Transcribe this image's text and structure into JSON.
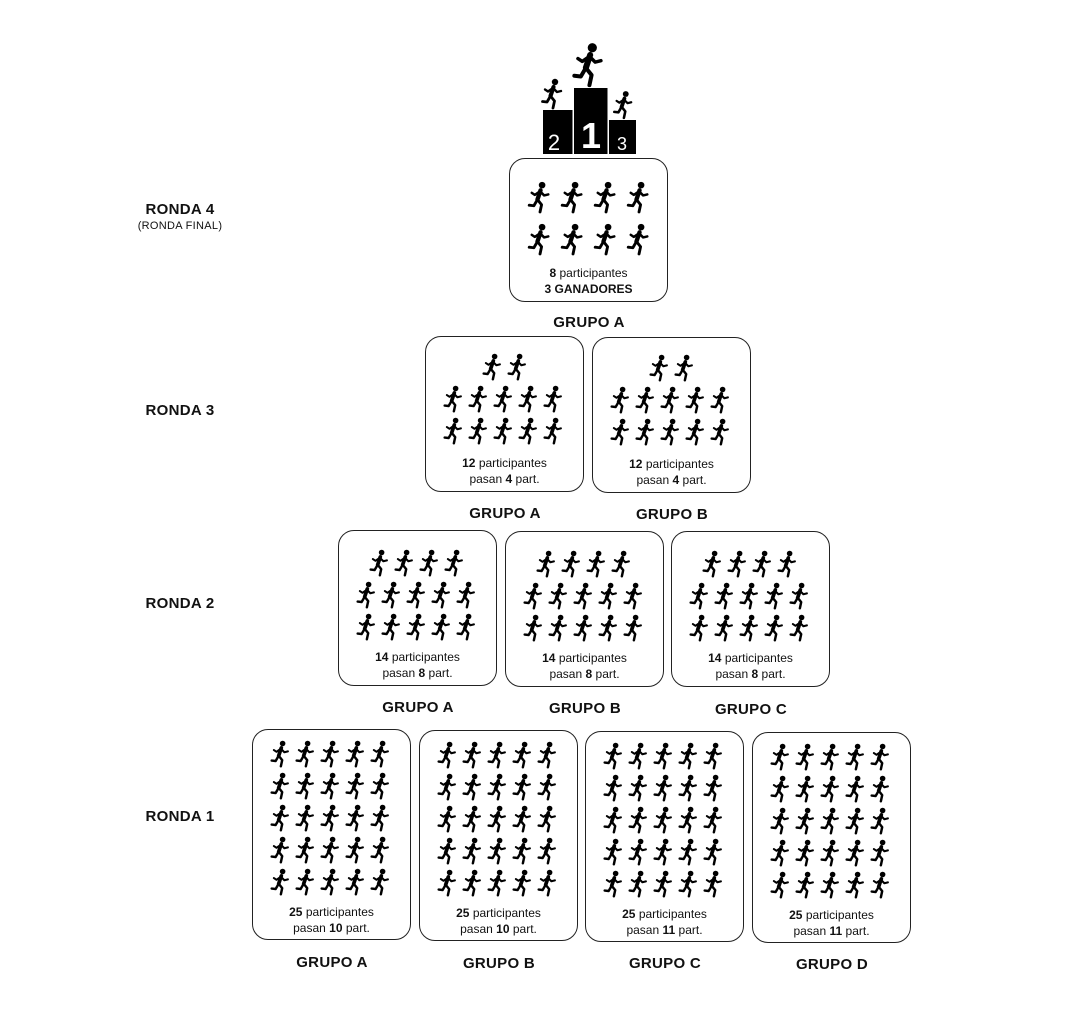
{
  "rounds": [
    {
      "id": "ronda4",
      "title": "RONDA 4",
      "subtitle": "(RONDA FINAL)"
    },
    {
      "id": "ronda3",
      "title": "RONDA 3"
    },
    {
      "id": "ronda2",
      "title": "RONDA 2"
    },
    {
      "id": "ronda1",
      "title": "RONDA 1"
    }
  ],
  "podium": {
    "places": [
      "2",
      "1",
      "3"
    ]
  },
  "round4": {
    "groups": [
      {
        "label": "GRUPO A",
        "participants": 8,
        "participants_text": "participantes",
        "result_bold": "3 GANADORES"
      }
    ]
  },
  "round3": {
    "groups": [
      {
        "label": "GRUPO A",
        "participants": 12,
        "participants_text": "participantes",
        "pass_prefix": "pasan",
        "pass_count": 4,
        "pass_suffix": "part."
      },
      {
        "label": "GRUPO B",
        "participants": 12,
        "participants_text": "participantes",
        "pass_prefix": "pasan",
        "pass_count": 4,
        "pass_suffix": "part."
      }
    ]
  },
  "round2": {
    "groups": [
      {
        "label": "GRUPO A",
        "participants": 14,
        "participants_text": "participantes",
        "pass_prefix": "pasan",
        "pass_count": 8,
        "pass_suffix": "part."
      },
      {
        "label": "GRUPO B",
        "participants": 14,
        "participants_text": "participantes",
        "pass_prefix": "pasan",
        "pass_count": 8,
        "pass_suffix": "part."
      },
      {
        "label": "GRUPO C",
        "participants": 14,
        "participants_text": "participantes",
        "pass_prefix": "pasan",
        "pass_count": 8,
        "pass_suffix": "part."
      }
    ]
  },
  "round1": {
    "groups": [
      {
        "label": "GRUPO A",
        "participants": 25,
        "participants_text": "participantes",
        "pass_prefix": "pasan",
        "pass_count": 10,
        "pass_suffix": "part."
      },
      {
        "label": "GRUPO B",
        "participants": 25,
        "participants_text": "participantes",
        "pass_prefix": "pasan",
        "pass_count": 10,
        "pass_suffix": "part."
      },
      {
        "label": "GRUPO C",
        "participants": 25,
        "participants_text": "participantes",
        "pass_prefix": "pasan",
        "pass_count": 11,
        "pass_suffix": "part."
      },
      {
        "label": "GRUPO D",
        "participants": 25,
        "participants_text": "participantes",
        "pass_prefix": "pasan",
        "pass_count": 11,
        "pass_suffix": "part."
      }
    ]
  },
  "icons": {
    "runner": "runner-icon",
    "podium": "podium-icon"
  }
}
